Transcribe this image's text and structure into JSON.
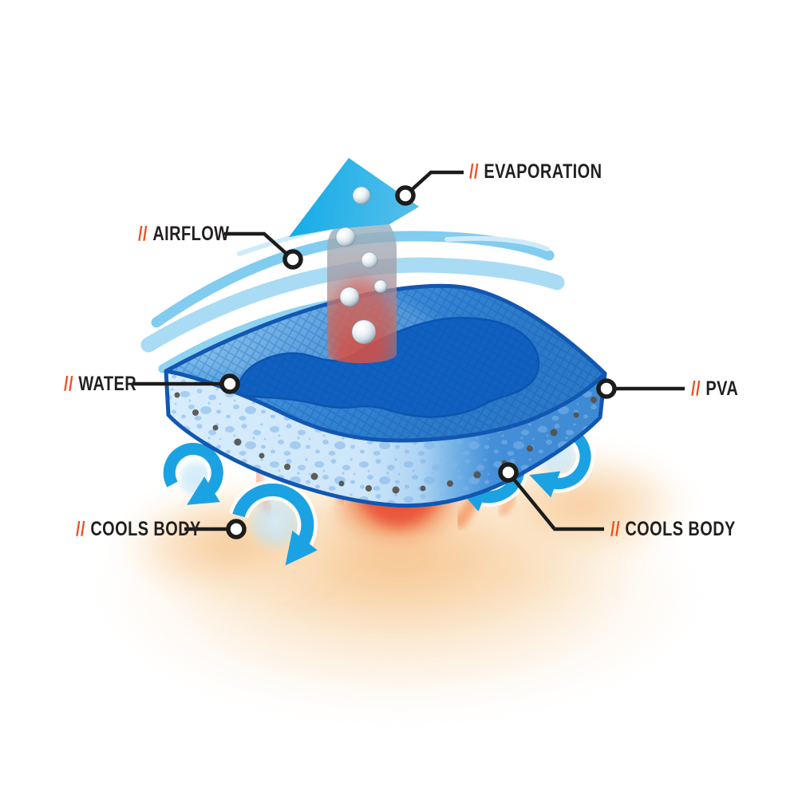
{
  "diagram": {
    "labels": {
      "evaporation": {
        "prefix": "//",
        "text": "EVAPORATION"
      },
      "airflow": {
        "prefix": "//",
        "text": "AIRFLOW"
      },
      "water": {
        "prefix": "//",
        "text": "WATER"
      },
      "pva": {
        "prefix": "//",
        "text": "PVA"
      },
      "cools_body_left": {
        "prefix": "//",
        "text": "COOLS BODY"
      },
      "cools_body_right": {
        "prefix": "//",
        "text": "COOLS BODY"
      }
    },
    "colors": {
      "accent_orange": "#f04f24",
      "label_black": "#221f1f",
      "connector_black": "#1d1c1a",
      "towel_top_blue": "#2f80d1",
      "towel_outline_blue": "#1157b2",
      "towel_face_light": "#cde6f9",
      "water_puddle_blue": "#0f60c1",
      "swirl_cyan": "#1ba2e3",
      "arrow_cyan": "#1db0e9",
      "heat_red": "#e8472f",
      "heat_glow_tan": "#f7c893",
      "airflow_light_blue": "#a5daf4"
    }
  }
}
